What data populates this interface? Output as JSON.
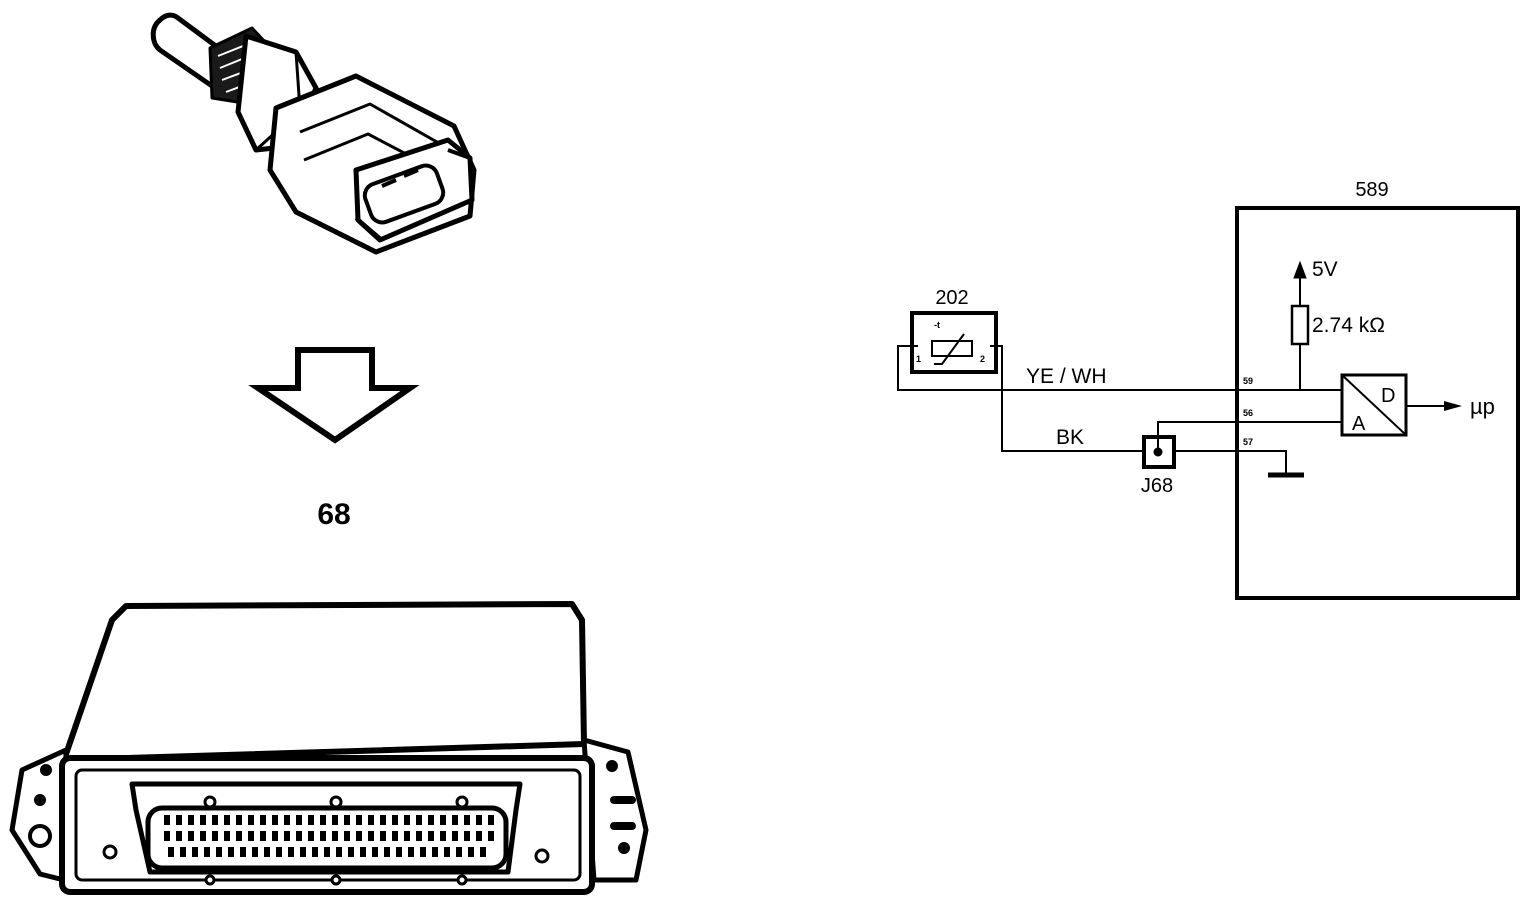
{
  "illustration": {
    "connector_number": "68"
  },
  "schematic": {
    "sensor": {
      "ref": "202",
      "symbol_mark": "-t",
      "pin1": "1",
      "pin2": "2"
    },
    "ecu": {
      "ref": "589",
      "supply": "5V",
      "resistor": "2.74 kΩ",
      "converter_a": "A",
      "converter_d": "D",
      "output": "µp",
      "pins": {
        "signal": "59",
        "ref": "56",
        "ground": "57"
      }
    },
    "wires": {
      "signal": "YE / WH",
      "ground": "BK"
    },
    "junction": {
      "ref": "J68"
    }
  }
}
